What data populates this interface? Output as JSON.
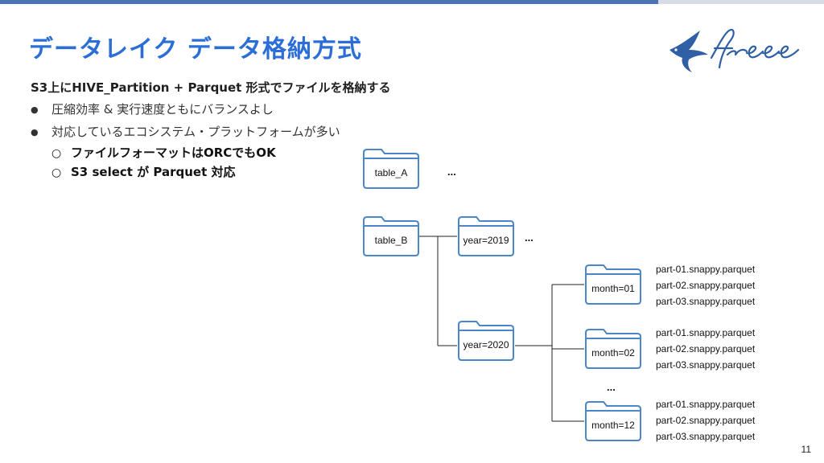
{
  "slide": {
    "title": "データレイク データ格納方式",
    "headline": "S3上にHIVE_Partition + Parquet 形式でファイルを格納する",
    "bullets": [
      "圧縮効率 & 実行速度ともにバランスよし",
      "対応しているエコシステム・プラットフォームが多い"
    ],
    "sub_bullets": [
      "ファイルフォーマットはORCでもOK",
      "S3 select が Parquet 対応"
    ],
    "bullet_mark": "●",
    "sub_bullet_mark": "○",
    "page_number": "11"
  },
  "tree": {
    "folders": {
      "table_a": "table_A",
      "table_b": "table_B",
      "year_2019": "year=2019",
      "year_2020": "year=2020",
      "month_01": "month=01",
      "month_02": "month=02",
      "month_12": "month=12"
    },
    "ellipsis": "...",
    "files_month_01": [
      "part-01.snappy.parquet",
      "part-02.snappy.parquet",
      "part-03.snappy.parquet"
    ],
    "files_month_02": [
      "part-01.snappy.parquet",
      "part-02.snappy.parquet",
      "part-03.snappy.parquet"
    ],
    "files_month_12": [
      "part-01.snappy.parquet",
      "part-02.snappy.parquet",
      "part-03.snappy.parquet"
    ]
  },
  "logo": {
    "icon": "swallow-bird-icon",
    "wordmark": "freee"
  },
  "colors": {
    "title": "#2b6fd6",
    "top_bar": "#4a73b8",
    "folder_stroke": "#4a86c8",
    "logo": "#2f5fa5"
  }
}
